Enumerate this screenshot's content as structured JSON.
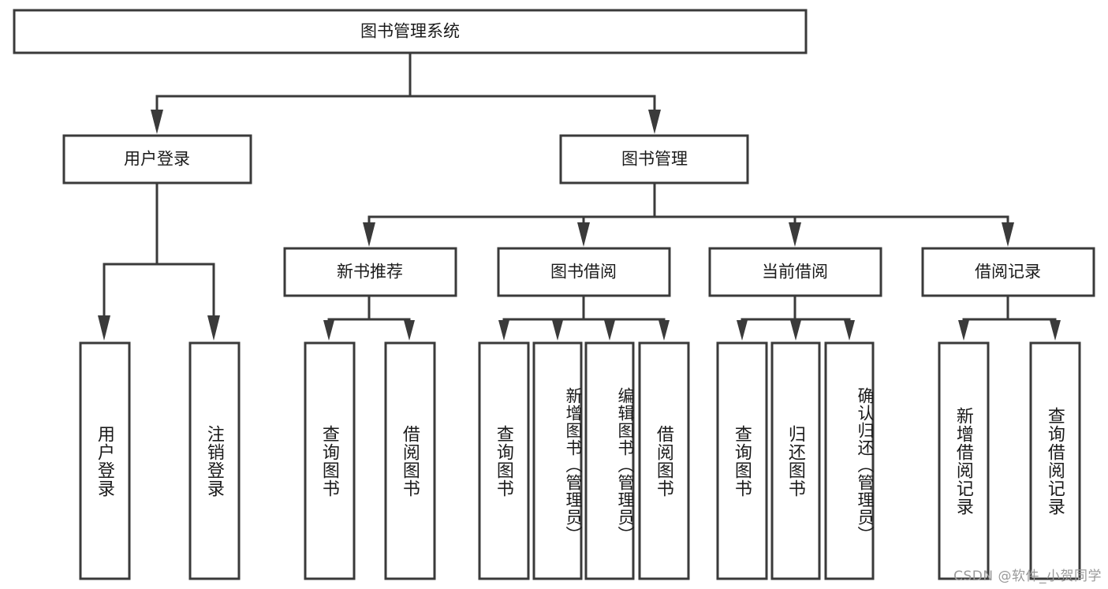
{
  "diagram": {
    "title": "图书管理系统",
    "root": {
      "label": "图书管理系统"
    },
    "level1": [
      {
        "label": "用户登录"
      },
      {
        "label": "图书管理"
      }
    ],
    "level2": [
      {
        "label": "新书推荐"
      },
      {
        "label": "图书借阅"
      },
      {
        "label": "当前借阅"
      },
      {
        "label": "借阅记录"
      }
    ],
    "leaves": [
      {
        "label": "用户登录"
      },
      {
        "label": "注销登录"
      },
      {
        "label": "查询图书"
      },
      {
        "label": "借阅图书"
      },
      {
        "label": "查询图书"
      },
      {
        "label": "新增图书（管理员）"
      },
      {
        "label": "编辑图书（管理员）"
      },
      {
        "label": "借阅图书"
      },
      {
        "label": "查询图书"
      },
      {
        "label": "归还图书"
      },
      {
        "label": "确认归还（管理员）"
      },
      {
        "label": "新增借阅记录"
      },
      {
        "label": "查询借阅记录"
      }
    ]
  },
  "watermark": {
    "text": "CSDN @软件_小贺同学"
  },
  "colors": {
    "stroke": "#3a3a3a",
    "text": "#1a1a1a",
    "background": "#ffffff",
    "watermark": "#9a9a9a"
  }
}
